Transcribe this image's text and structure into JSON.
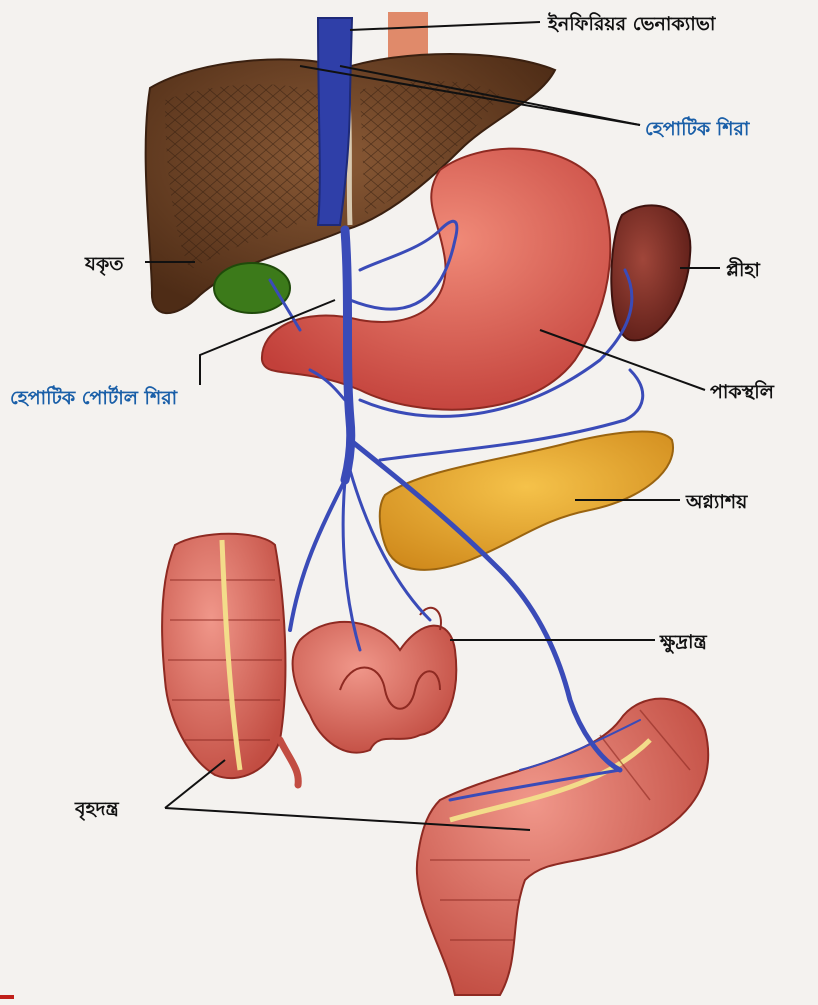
{
  "labels": {
    "ivc": "ইনফিরিয়র ভেনাক্যাভা",
    "hepatic_vein": "হেপাটিক শিরা",
    "liver": "যকৃত",
    "spleen": "প্লীহা",
    "hepatic_portal_vein": "হেপাটিক পোর্টাল শিরা",
    "stomach": "পাকস্থলি",
    "pancreas": "অগ্ন্যাশয়",
    "small_intestine": "ক্ষুদ্রান্ত্র",
    "large_intestine": "বৃহদন্ত্র"
  },
  "colors": {
    "label_default": "#111111",
    "label_highlight": "#1a5fa8",
    "vein": "#3a4bb8",
    "liver": "#6b3f22",
    "stomach": "#d9574a",
    "spleen": "#7a2a22",
    "pancreas": "#e4a52c",
    "intestine": "#d86b5e",
    "gallbladder": "#3c7a1a"
  }
}
